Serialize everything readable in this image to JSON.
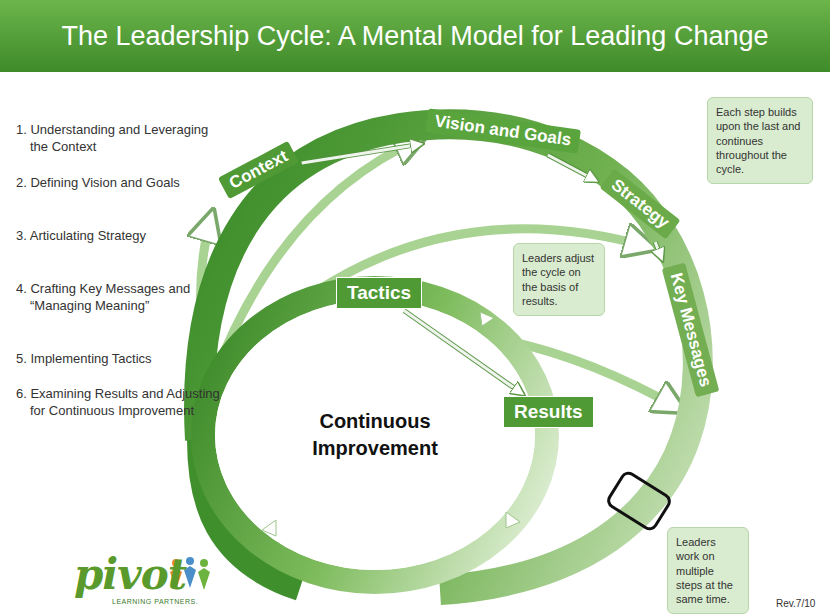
{
  "diagram": {
    "title": "The Leadership Cycle: A Mental Model for Leading Change",
    "nodes": [
      {
        "text": [
          "Context"
        ]
      },
      {
        "text": [
          "Vision and Goals"
        ]
      },
      {
        "text": [
          "Strategy"
        ]
      },
      {
        "text": [
          "Key Messages"
        ]
      },
      {
        "text": [
          "Tactics"
        ]
      },
      {
        "text": [
          "Continuous Improvement"
        ]
      },
      {
        "text": [
          "Results"
        ]
      },
      {
        "text": [
          "Each step builds upon the last and continues throughout the cycle."
        ]
      },
      {
        "text": [
          "Leaders adjust the cycle on the basis of results."
        ]
      },
      {
        "text": [
          "Leaders work on multiple steps at the same time."
        ]
      }
    ],
    "edges": [
      {
        "from": 0,
        "to": 1,
        "arrow": "to"
      },
      {
        "from": 1,
        "to": 2,
        "arrow": "to"
      },
      {
        "from": 2,
        "to": 3,
        "arrow": "to"
      },
      {
        "from": 4,
        "to": 6,
        "arrow": "to"
      }
    ],
    "labels": [
      "1. Understanding and Leveraging the Context",
      "2. Defining Vision and Goals",
      "3. Articulating Strategy",
      "4. Crafting Key Messages and “Managing Meaning”",
      "5. Implementing Tactics",
      "6. Examining Results and Adjusting for Continuous Improvement",
      "pivot",
      "LEARNING PARTNERS.",
      "Rev.7/10"
    ]
  }
}
